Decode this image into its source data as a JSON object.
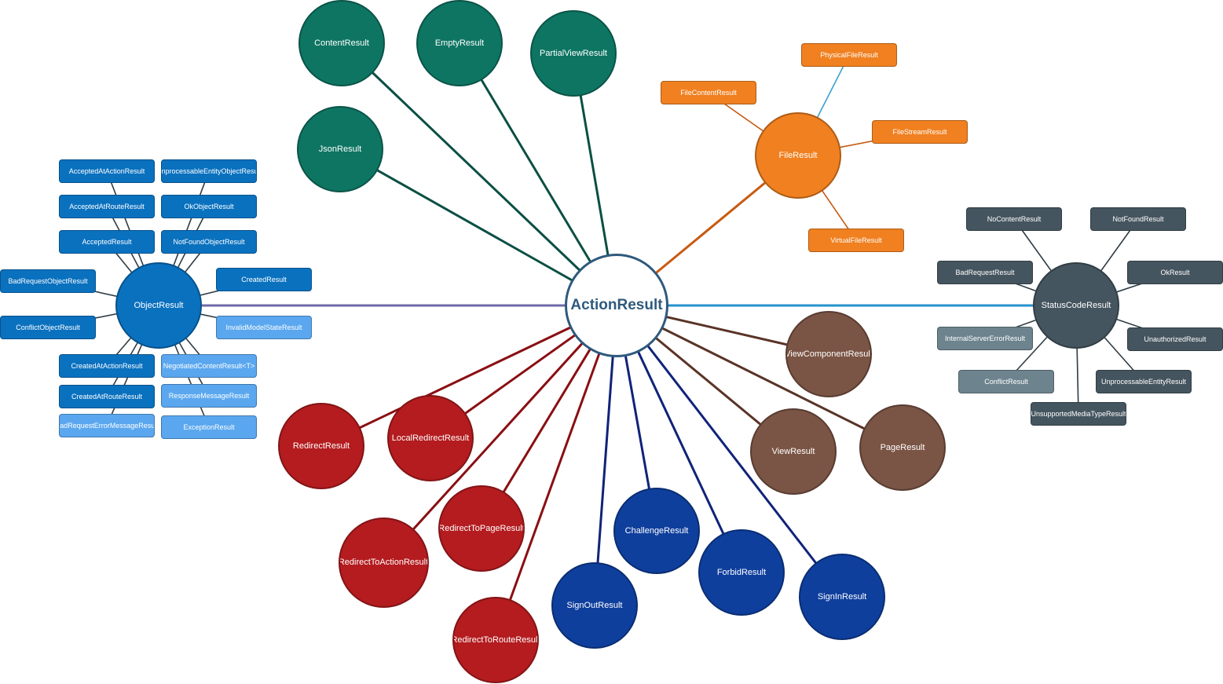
{
  "root": {
    "id": "action",
    "label": "ActionResult"
  },
  "colors": {
    "teal": "#0e7563",
    "teal_line": "#0b4f44",
    "orange": "#f08020",
    "orange_line": "#c75a12",
    "orange_light_line": "#3a9fd0",
    "blue": "#0a71bf",
    "blue_light": "#5aa7ef",
    "purple_line": "#6f6aa8",
    "slate": "#45555f",
    "slate_light": "#6d838e",
    "slate_line": "#2d3c45",
    "status_line": "#2592cc",
    "brown": "#7a5444",
    "brown_line": "#5a3326",
    "red": "#b41c1f",
    "red_line": "#8a0f12",
    "navy": "#0f3f9d",
    "navy_line": "#10237a",
    "root_border": "#2e5a7d"
  },
  "nodes": [
    {
      "id": "content",
      "label": "ContentResult",
      "shape": "circle",
      "color": "teal",
      "parent": "action",
      "line": "teal_line"
    },
    {
      "id": "empty",
      "label": "EmptyResult",
      "shape": "circle",
      "color": "teal",
      "parent": "action",
      "line": "teal_line"
    },
    {
      "id": "partial",
      "label": "PartialViewResult",
      "shape": "circle",
      "color": "teal",
      "parent": "action",
      "line": "teal_line"
    },
    {
      "id": "json",
      "label": "JsonResult",
      "shape": "circle",
      "color": "teal",
      "parent": "action",
      "line": "teal_line"
    },
    {
      "id": "file",
      "label": "FileResult",
      "shape": "circle",
      "color": "orange",
      "parent": "action",
      "line": "orange_line"
    },
    {
      "id": "physfile",
      "label": "PhysicalFileResult",
      "shape": "rect",
      "color": "orange",
      "parent": "file",
      "line": "orange_light_line"
    },
    {
      "id": "filecontent",
      "label": "FileContentResult",
      "shape": "rect",
      "color": "orange",
      "parent": "file",
      "line": "orange_line"
    },
    {
      "id": "filestream",
      "label": "FileStreamResult",
      "shape": "rect",
      "color": "orange",
      "parent": "file",
      "line": "orange_line"
    },
    {
      "id": "virtualfile",
      "label": "VirtualFileResult",
      "shape": "rect",
      "color": "orange",
      "parent": "file",
      "line": "orange_line"
    },
    {
      "id": "object",
      "label": "ObjectResult",
      "shape": "circle",
      "color": "blue",
      "parent": "action",
      "line": "purple_line"
    },
    {
      "id": "acceptedaction",
      "label": "AcceptedAtActionResult",
      "shape": "rect",
      "color": "blue",
      "parent": "object",
      "line": "slate_line"
    },
    {
      "id": "unprocessableobj",
      "label": "UnprocessableEntityObjectResult",
      "shape": "rect",
      "color": "blue",
      "parent": "object",
      "line": "slate_line"
    },
    {
      "id": "acceptedroute",
      "label": "AcceptedAtRouteResult",
      "shape": "rect",
      "color": "blue",
      "parent": "object",
      "line": "slate_line"
    },
    {
      "id": "okobject",
      "label": "OkObjectResult",
      "shape": "rect",
      "color": "blue",
      "parent": "object",
      "line": "slate_line"
    },
    {
      "id": "accepted",
      "label": "AcceptedResult",
      "shape": "rect",
      "color": "blue",
      "parent": "object",
      "line": "slate_line"
    },
    {
      "id": "notfoundobj",
      "label": "NotFoundObjectResult",
      "shape": "rect",
      "color": "blue",
      "parent": "object",
      "line": "slate_line"
    },
    {
      "id": "badrequestobj",
      "label": "BadRequestObjectResult",
      "shape": "rect",
      "color": "blue",
      "parent": "object",
      "line": "slate_line"
    },
    {
      "id": "created",
      "label": "CreatedResult",
      "shape": "rect",
      "color": "blue",
      "parent": "object",
      "line": "slate_line"
    },
    {
      "id": "conflictobj",
      "label": "ConflictObjectResult",
      "shape": "rect",
      "color": "blue",
      "parent": "object",
      "line": "slate_line"
    },
    {
      "id": "invalidmodel",
      "label": "InvalidModelStateResult",
      "shape": "rect",
      "color": "blue_light",
      "parent": "object",
      "line": "slate_line"
    },
    {
      "id": "createdaction",
      "label": "CreatedAtActionResult",
      "shape": "rect",
      "color": "blue",
      "parent": "object",
      "line": "slate_line"
    },
    {
      "id": "negotiated",
      "label": "NegotiatedContentResult<T>",
      "shape": "rect",
      "color": "blue_light",
      "parent": "object",
      "line": "slate_line"
    },
    {
      "id": "createdroute",
      "label": "CreatedAtRouteResult",
      "shape": "rect",
      "color": "blue",
      "parent": "object",
      "line": "slate_line"
    },
    {
      "id": "responsemsg",
      "label": "ResponseMessageResult",
      "shape": "rect",
      "color": "blue_light",
      "parent": "object",
      "line": "slate_line"
    },
    {
      "id": "badrequesterr",
      "label": "BadRequestErrorMessageResult",
      "shape": "rect",
      "color": "blue_light",
      "parent": "object",
      "line": "slate_line"
    },
    {
      "id": "exception",
      "label": "ExceptionResult",
      "shape": "rect",
      "color": "blue_light",
      "parent": "object",
      "line": "slate_line"
    },
    {
      "id": "status",
      "label": "StatusCodeResult",
      "shape": "circle",
      "color": "slate",
      "parent": "action",
      "line": "status_line"
    },
    {
      "id": "nocontent",
      "label": "NoContentResult",
      "shape": "rect",
      "color": "slate",
      "parent": "status",
      "line": "slate_line"
    },
    {
      "id": "notfound",
      "label": "NotFoundResult",
      "shape": "rect",
      "color": "slate",
      "parent": "status",
      "line": "slate_line"
    },
    {
      "id": "badrequest",
      "label": "BadRequestResult",
      "shape": "rect",
      "color": "slate",
      "parent": "status",
      "line": "slate_line"
    },
    {
      "id": "ok",
      "label": "OkResult",
      "shape": "rect",
      "color": "slate",
      "parent": "status",
      "line": "slate_line"
    },
    {
      "id": "internalerr",
      "label": "InternalServerErrorResult",
      "shape": "rect",
      "color": "slate_light",
      "parent": "status",
      "line": "slate_line"
    },
    {
      "id": "unauthorized",
      "label": "UnauthorizedResult",
      "shape": "rect",
      "color": "slate",
      "parent": "status",
      "line": "slate_line"
    },
    {
      "id": "conflict",
      "label": "ConflictResult",
      "shape": "rect",
      "color": "slate_light",
      "parent": "status",
      "line": "slate_line"
    },
    {
      "id": "unprocessable",
      "label": "UnprocessableEntityResult",
      "shape": "rect",
      "color": "slate",
      "parent": "status",
      "line": "slate_line"
    },
    {
      "id": "unsupported",
      "label": "UnsupportedMediaTypeResult",
      "shape": "rect",
      "color": "slate",
      "parent": "status",
      "line": "slate_line"
    },
    {
      "id": "viewcomponent",
      "label": "ViewComponentResult",
      "shape": "circle",
      "color": "brown",
      "parent": "action",
      "line": "brown_line"
    },
    {
      "id": "view",
      "label": "ViewResult",
      "shape": "circle",
      "color": "brown",
      "parent": "action",
      "line": "brown_line"
    },
    {
      "id": "page",
      "label": "PageResult",
      "shape": "circle",
      "color": "brown",
      "parent": "action",
      "line": "brown_line"
    },
    {
      "id": "redirect",
      "label": "RedirectResult",
      "shape": "circle",
      "color": "red",
      "parent": "action",
      "line": "red_line"
    },
    {
      "id": "localredirect",
      "label": "LocalRedirectResult",
      "shape": "circle",
      "color": "red",
      "parent": "action",
      "line": "red_line"
    },
    {
      "id": "redirectpage",
      "label": "RedirectToPageResult",
      "shape": "circle",
      "color": "red",
      "parent": "action",
      "line": "red_line"
    },
    {
      "id": "redirectaction",
      "label": "RedirectToActionResult",
      "shape": "circle",
      "color": "red",
      "parent": "action",
      "line": "red_line"
    },
    {
      "id": "redirectroute",
      "label": "RedirectToRouteResult",
      "shape": "circle",
      "color": "red",
      "parent": "action",
      "line": "red_line"
    },
    {
      "id": "challenge",
      "label": "ChallengeResult",
      "shape": "circle",
      "color": "navy",
      "parent": "action",
      "line": "navy_line"
    },
    {
      "id": "forbid",
      "label": "ForbidResult",
      "shape": "circle",
      "color": "navy",
      "parent": "action",
      "line": "navy_line"
    },
    {
      "id": "signout",
      "label": "SignOutResult",
      "shape": "circle",
      "color": "navy",
      "parent": "action",
      "line": "navy_line"
    },
    {
      "id": "signin",
      "label": "SignInResult",
      "shape": "circle",
      "color": "navy",
      "parent": "action",
      "line": "navy_line"
    }
  ]
}
